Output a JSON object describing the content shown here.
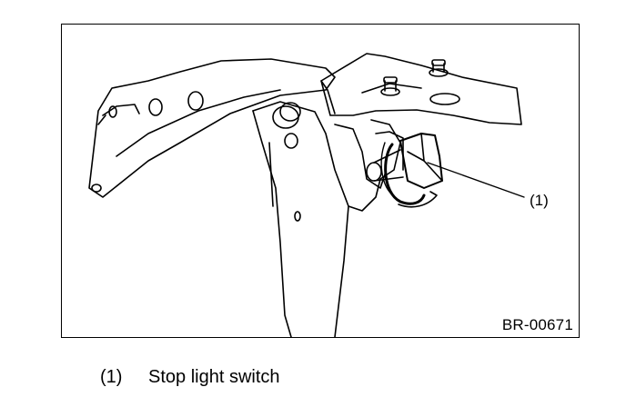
{
  "figure": {
    "callout_number": "(1)",
    "figure_code": "BR-00671"
  },
  "caption": {
    "number": "(1)",
    "text": "Stop light switch"
  }
}
